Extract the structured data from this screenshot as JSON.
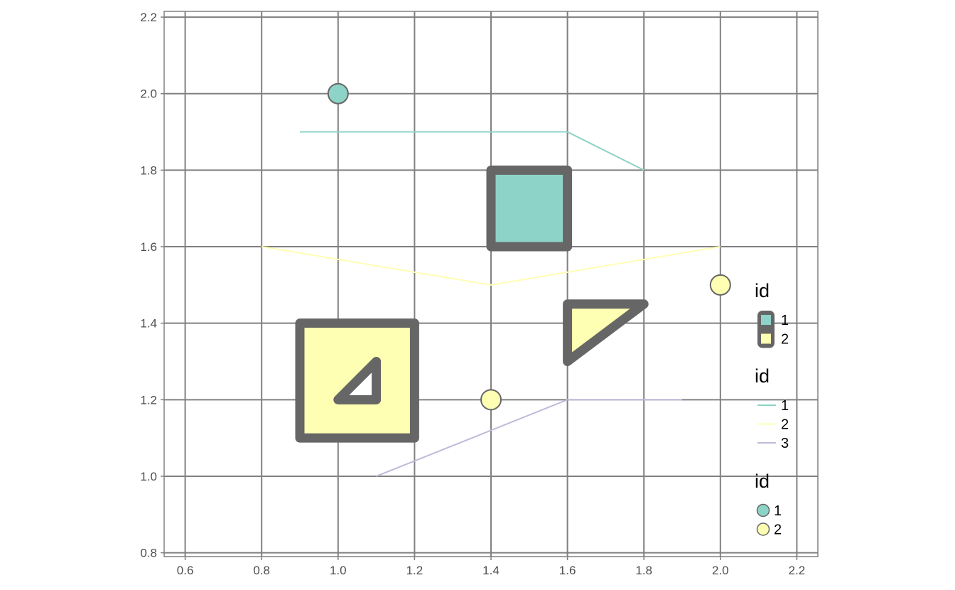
{
  "chart_data": {
    "type": "scatter",
    "title": "",
    "xlabel": "",
    "ylabel": "",
    "xlim": [
      0.545,
      2.255
    ],
    "ylim": [
      0.79,
      2.215
    ],
    "x_ticks": [
      "0.6",
      "0.8",
      "1.0",
      "1.2",
      "1.4",
      "1.6",
      "1.8",
      "2.0",
      "2.2"
    ],
    "y_ticks": [
      "0.8",
      "1.0",
      "1.2",
      "1.4",
      "1.6",
      "1.8",
      "2.0",
      "2.2"
    ],
    "grid": true,
    "colors": {
      "id1": "#8ed3c7",
      "id2": "#ffffb3",
      "id3": "#bebada",
      "outline": "#666666",
      "grid": "#808080"
    },
    "polygons": [
      {
        "id": "1",
        "type": "polygon",
        "exterior": [
          [
            1.4,
            1.6
          ],
          [
            1.6,
            1.6
          ],
          [
            1.6,
            1.8
          ],
          [
            1.4,
            1.8
          ]
        ],
        "holes": []
      },
      {
        "id": "2",
        "type": "polygon",
        "exterior": [
          [
            0.9,
            1.1
          ],
          [
            1.2,
            1.1
          ],
          [
            1.2,
            1.4
          ],
          [
            0.9,
            1.4
          ]
        ],
        "holes": [
          [
            [
              1.0,
              1.2
            ],
            [
              1.1,
              1.2
            ],
            [
              1.1,
              1.3
            ]
          ]
        ]
      },
      {
        "id": "2",
        "type": "polygon",
        "exterior": [
          [
            1.6,
            1.3
          ],
          [
            1.8,
            1.45
          ],
          [
            1.6,
            1.45
          ]
        ],
        "holes": []
      }
    ],
    "lines": [
      {
        "id": "1",
        "points": [
          [
            0.9,
            1.9
          ],
          [
            1.6,
            1.9
          ],
          [
            1.8,
            1.8
          ]
        ]
      },
      {
        "id": "2",
        "points": [
          [
            0.8,
            1.6
          ],
          [
            1.4,
            1.5
          ],
          [
            2.0,
            1.6
          ]
        ]
      },
      {
        "id": "3",
        "points": [
          [
            1.1,
            1.0
          ],
          [
            1.6,
            1.2
          ],
          [
            1.9,
            1.2
          ]
        ]
      }
    ],
    "points": [
      {
        "id": "1",
        "x": 1.0,
        "y": 2.0
      },
      {
        "id": "2",
        "x": 2.0,
        "y": 1.5
      },
      {
        "id": "2",
        "x": 1.4,
        "y": 1.2
      }
    ],
    "legends": [
      {
        "title": "id",
        "kind": "fill",
        "entries": [
          "1",
          "2"
        ]
      },
      {
        "title": "id",
        "kind": "line",
        "entries": [
          "1",
          "2",
          "3"
        ]
      },
      {
        "title": "id",
        "kind": "point",
        "entries": [
          "1",
          "2"
        ]
      }
    ],
    "legend_position": "right"
  }
}
